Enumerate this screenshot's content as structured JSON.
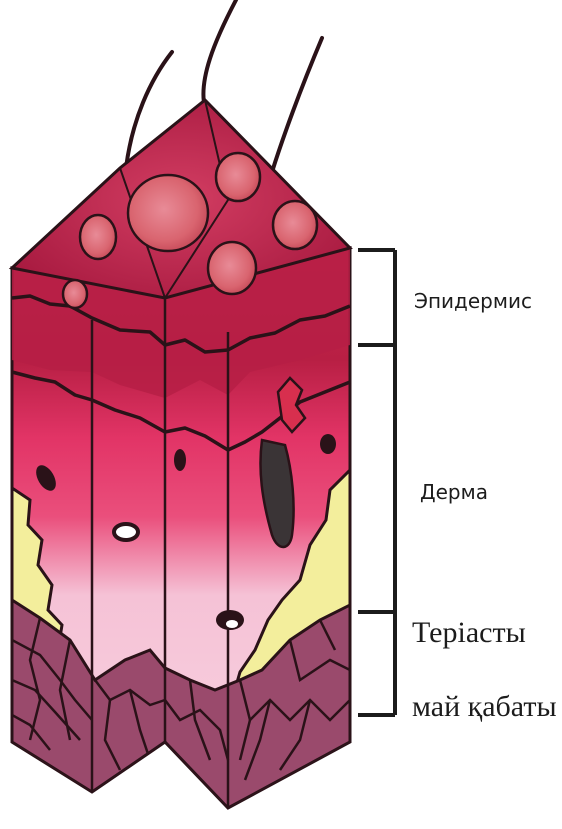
{
  "labels": {
    "epidermis": "Эпидермис",
    "dermis": "Дерма",
    "subcutaneous_line1": "Теріасты",
    "subcutaneous_line2": "май қабаты"
  },
  "colors": {
    "outline": "#2a1218",
    "top_surface": "#b3214a",
    "epidermis": "#c42a4f",
    "dermis_dark": "#d9305f",
    "dermis_light": "#f5bfd6",
    "fat": "#f3ee9c",
    "subcutaneous": "#9a4a6c"
  }
}
